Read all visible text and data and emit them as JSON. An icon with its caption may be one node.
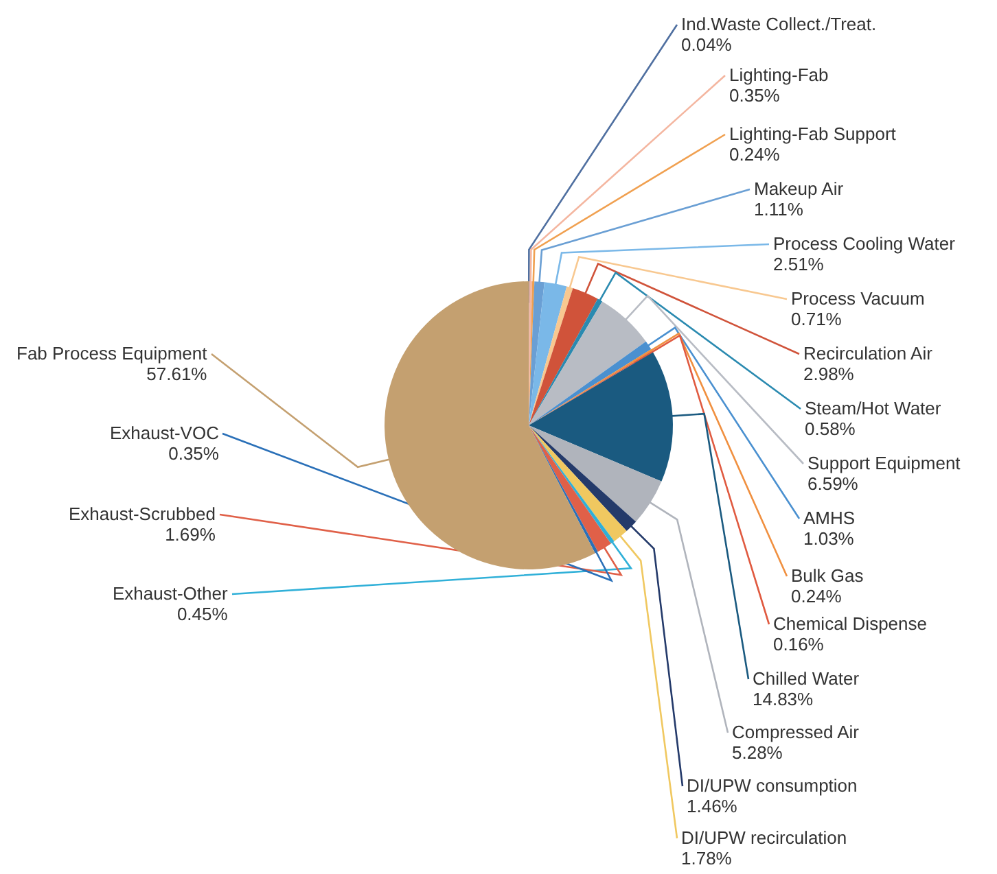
{
  "diagram": {
    "chart_data": {
      "type": "pie",
      "categories": [
        "Ind.Waste Collect./Treat.",
        "Lighting-Fab",
        "Lighting-Fab Support",
        "Makeup Air",
        "Process Cooling Water",
        "Process Vacuum",
        "Recirculation Air",
        "Steam/Hot Water",
        "Support Equipment",
        "AMHS",
        "Bulk Gas",
        "Chemical Dispense",
        "Chilled Water",
        "Compressed Air",
        "DI/UPW consumption",
        "DI/UPW recirculation",
        "Exhaust-Other",
        "Exhaust-Scrubbed",
        "Exhaust-VOC",
        "Fab Process Equipment"
      ],
      "values": [
        0.04,
        0.35,
        0.24,
        1.11,
        2.51,
        0.71,
        2.98,
        0.58,
        6.59,
        1.03,
        0.24,
        0.16,
        14.83,
        5.28,
        1.46,
        1.78,
        0.45,
        1.69,
        0.35,
        57.61
      ],
      "value_labels": [
        "0.04%",
        "0.35%",
        "0.24%",
        "1.11%",
        "2.51%",
        "0.71%",
        "2.98%",
        "0.58%",
        "6.59%",
        "1.03%",
        "0.24%",
        "0.16%",
        "14.83%",
        "5.28%",
        "1.46%",
        "1.78%",
        "0.45%",
        "1.69%",
        "0.35%",
        "57.61%"
      ]
    }
  }
}
